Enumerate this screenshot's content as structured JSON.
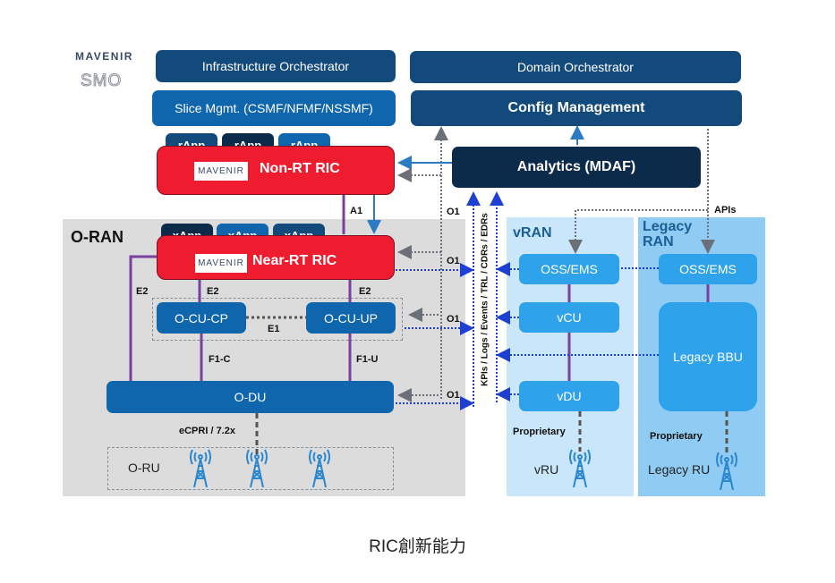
{
  "smo": {
    "brand": "MAVENIR",
    "label": "SMO",
    "infrastructure_orchestrator": "Infrastructure Orchestrator",
    "slice_mgmt": "Slice Mgmt. (CSMF/NFMF/NSSMF)",
    "domain_orchestrator": "Domain Orchestrator",
    "config_management": "Config Management",
    "analytics": "Analytics (MDAF)",
    "rapps": [
      "rApp",
      "rApp",
      "rApp"
    ],
    "non_rt_ric": "Non-RT RIC",
    "non_rt_ric_logo": "MAVENIR"
  },
  "oran": {
    "title": "O-RAN",
    "xapps": [
      "xApp",
      "xApp",
      "xApp"
    ],
    "near_rt_ric": "Near-RT RIC",
    "near_rt_ric_logo": "MAVENIR",
    "o_cu_cp": "O-CU-CP",
    "o_cu_up": "O-CU-UP",
    "o_du": "O-DU",
    "o_ru": "O-RU"
  },
  "vran": {
    "title": "vRAN",
    "oss_ems": "OSS/EMS",
    "vcu": "vCU",
    "vdu": "vDU",
    "proprietary": "Proprietary",
    "vru": "vRU"
  },
  "legacy": {
    "title_line1": "Legacy",
    "title_line2": "RAN",
    "oss_ems": "OSS/EMS",
    "bbu": "Legacy BBU",
    "proprietary": "Proprietary",
    "ru": "Legacy RU"
  },
  "interfaces": {
    "a1": "A1",
    "o1": "O1",
    "e2": "E2",
    "e1": "E1",
    "f1c": "F1-C",
    "f1u": "F1-U",
    "ecpri": "eCPRI / 7.2x",
    "apis": "APIs",
    "telemetry": "KPIs / Logs / Events / TRL / CDRs / EDRs"
  },
  "caption": "RIC創新能力",
  "colors": {
    "navy": "#134a7c",
    "dark": "#0c2a4a",
    "mid": "#0f66ad",
    "bright": "#2ea3ec",
    "red": "#ee1c2e",
    "purple": "#7b3fa0",
    "oran_bg": "#dcdcdc",
    "vran_bg": "#c9e6fb",
    "legacy_bg": "#8fcbf3"
  }
}
